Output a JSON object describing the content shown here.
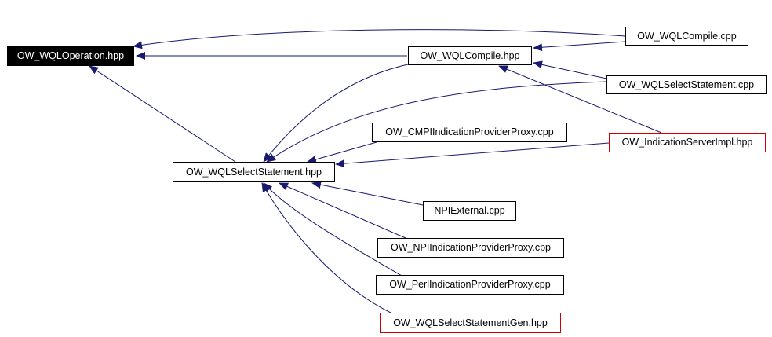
{
  "diagram": {
    "edge_color": "#191970",
    "external_border_color": "#cc0000",
    "nodes": {
      "wqloperation": {
        "label": "OW_WQLOperation.hpp",
        "focus": true
      },
      "wqlcompile_hpp": {
        "label": "OW_WQLCompile.hpp"
      },
      "wqlcompile_cpp": {
        "label": "OW_WQLCompile.cpp"
      },
      "wqlselectstatement_cpp": {
        "label": "OW_WQLSelectStatement.cpp"
      },
      "cmpi_proxy": {
        "label": "OW_CMPIIndicationProviderProxy.cpp"
      },
      "indicationserverimpl": {
        "label": "OW_IndicationServerImpl.hpp",
        "external": true
      },
      "wqlselectstatement_hpp": {
        "label": "OW_WQLSelectStatement.hpp"
      },
      "npiexternal": {
        "label": "NPIExternal.cpp"
      },
      "npi_proxy": {
        "label": "OW_NPIIndicationProviderProxy.cpp"
      },
      "perl_proxy": {
        "label": "OW_PerlIndicationProviderProxy.cpp"
      },
      "selectstatementgen": {
        "label": "OW_WQLSelectStatementGen.hpp",
        "external": true
      }
    },
    "edges": [
      {
        "from": "OW_WQLCompile.cpp",
        "to": "OW_WQLOperation.hpp"
      },
      {
        "from": "OW_WQLCompile.hpp",
        "to": "OW_WQLOperation.hpp"
      },
      {
        "from": "OW_WQLSelectStatement.hpp",
        "to": "OW_WQLOperation.hpp"
      },
      {
        "from": "OW_WQLCompile.cpp",
        "to": "OW_WQLCompile.hpp"
      },
      {
        "from": "OW_WQLSelectStatement.cpp",
        "to": "OW_WQLCompile.hpp"
      },
      {
        "from": "OW_IndicationServerImpl.hpp",
        "to": "OW_WQLCompile.hpp"
      },
      {
        "from": "OW_WQLCompile.hpp",
        "to": "OW_WQLSelectStatement.hpp"
      },
      {
        "from": "OW_WQLSelectStatement.cpp",
        "to": "OW_WQLSelectStatement.hpp"
      },
      {
        "from": "OW_CMPIIndicationProviderProxy.cpp",
        "to": "OW_WQLSelectStatement.hpp"
      },
      {
        "from": "OW_IndicationServerImpl.hpp",
        "to": "OW_WQLSelectStatement.hpp"
      },
      {
        "from": "NPIExternal.cpp",
        "to": "OW_WQLSelectStatement.hpp"
      },
      {
        "from": "OW_NPIIndicationProviderProxy.cpp",
        "to": "OW_WQLSelectStatement.hpp"
      },
      {
        "from": "OW_PerlIndicationProviderProxy.cpp",
        "to": "OW_WQLSelectStatement.hpp"
      },
      {
        "from": "OW_WQLSelectStatementGen.hpp",
        "to": "OW_WQLSelectStatement.hpp"
      }
    ]
  }
}
